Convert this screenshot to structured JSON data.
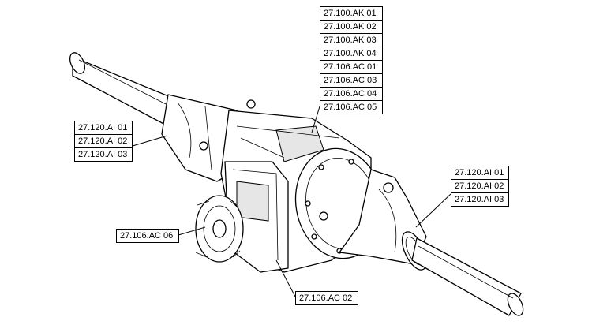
{
  "callouts": {
    "top_center": [
      "27.100.AK 01",
      "27.100.AK 02",
      "27.100.AK 03",
      "27.100.AK 04",
      "27.106.AC 01",
      "27.106.AC 03",
      "27.106.AC 04",
      "27.106.AC 05"
    ],
    "left": [
      "27.120.AI 01",
      "27.120.AI 02",
      "27.120.AI 03"
    ],
    "right": [
      "27.120.AI 01",
      "27.120.AI 02",
      "27.120.AI 03"
    ],
    "bottom_left": "27.106.AC 06",
    "bottom_center": "27.106.AC 02"
  }
}
